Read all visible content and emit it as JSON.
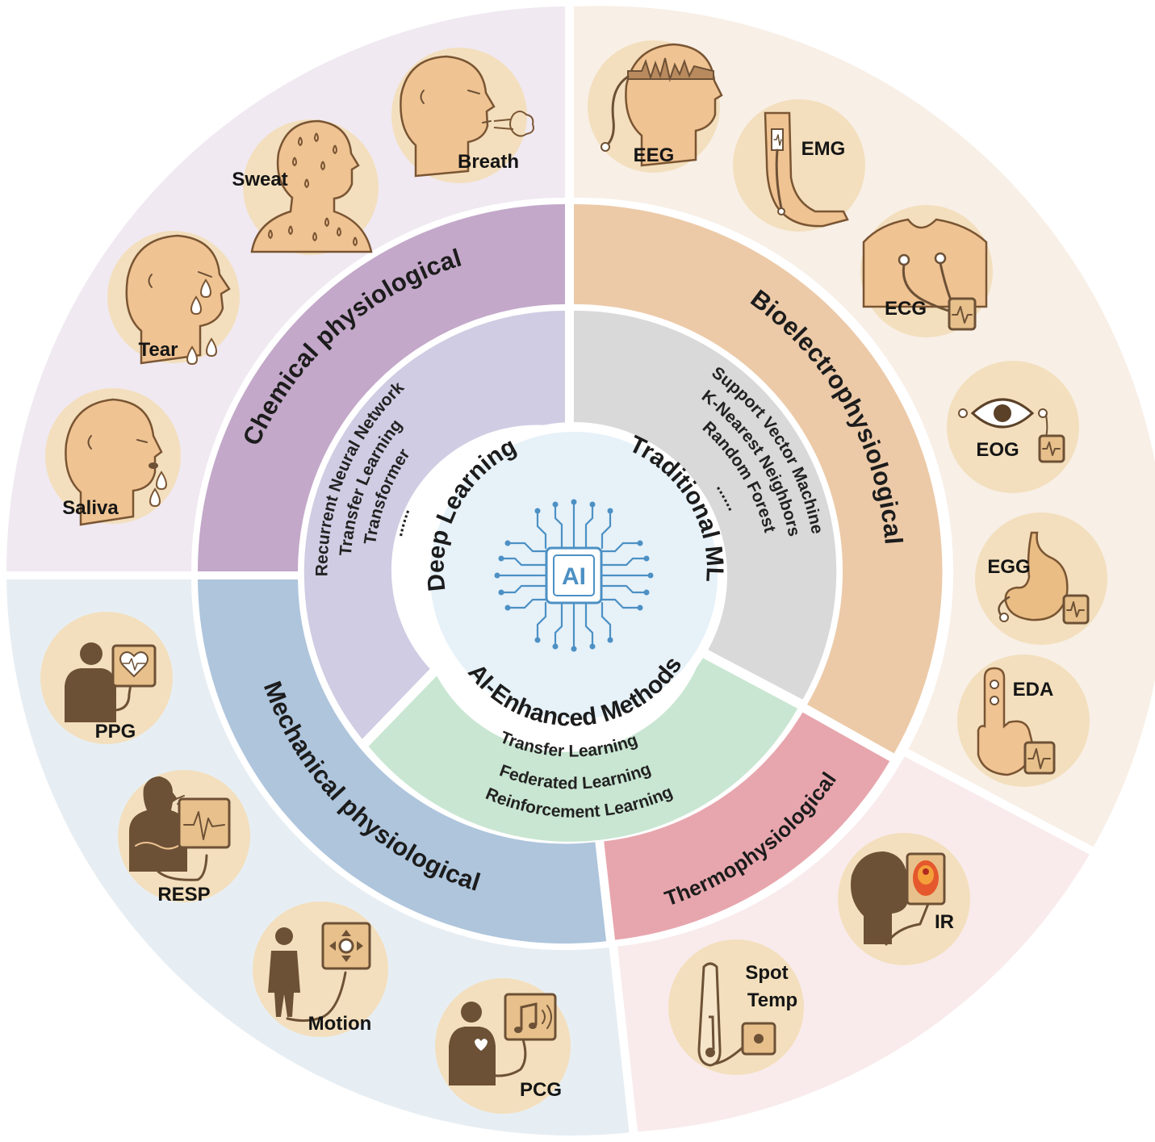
{
  "colors": {
    "chemical_outer": "#f0e9f1",
    "bioelectro_outer": "#f8efe6",
    "mechanical_outer": "#e7eef3",
    "thermo_outer": "#f9ebec",
    "chemical_ring": "#c3a8c9",
    "bioelectro_ring": "#eccaa8",
    "mechanical_ring": "#aec5dc",
    "thermo_ring": "#e7a6ad",
    "deep_learning_sector": "#cfcce3",
    "traditional_ml_sector": "#d9d9d9",
    "enhanced_sector": "#c9e6d2",
    "core": "#e6f1f8",
    "chip": "#4c90c4"
  },
  "ring_categories": {
    "chemical": "Chemical physiological",
    "bioelectro": "Bioelectrophysiological",
    "mechanical": "Mechanical physiological",
    "thermo": "Thermophysiological"
  },
  "methods": {
    "deep_learning": {
      "title": "Deep Learning",
      "items": [
        "Recurrent Neural Network",
        "Transfer Learning",
        "Transformer",
        "......"
      ]
    },
    "traditional_ml": {
      "title": "Traditional ML",
      "items": [
        "Support Vector Machine",
        "K-Nearest Neighbors",
        "Random Forest",
        "......"
      ]
    },
    "enhanced": {
      "title": "AI-Enhanced Methods",
      "items": [
        "Transfer Learning",
        "Federated Learning",
        "Reinforcement Learning"
      ]
    }
  },
  "core": {
    "chip_label": "AI"
  },
  "signals": {
    "saliva": "Saliva",
    "tear": "Tear",
    "sweat": "Sweat",
    "breath": "Breath",
    "eeg": "EEG",
    "emg": "EMG",
    "ecg": "ECG",
    "eog": "EOG",
    "egg": "EGG",
    "eda": "EDA",
    "ir": "IR",
    "spot_temp_line1": "Spot",
    "spot_temp_line2": "Temp",
    "ppg": "PPG",
    "resp": "RESP",
    "motion": "Motion",
    "pcg": "PCG"
  }
}
